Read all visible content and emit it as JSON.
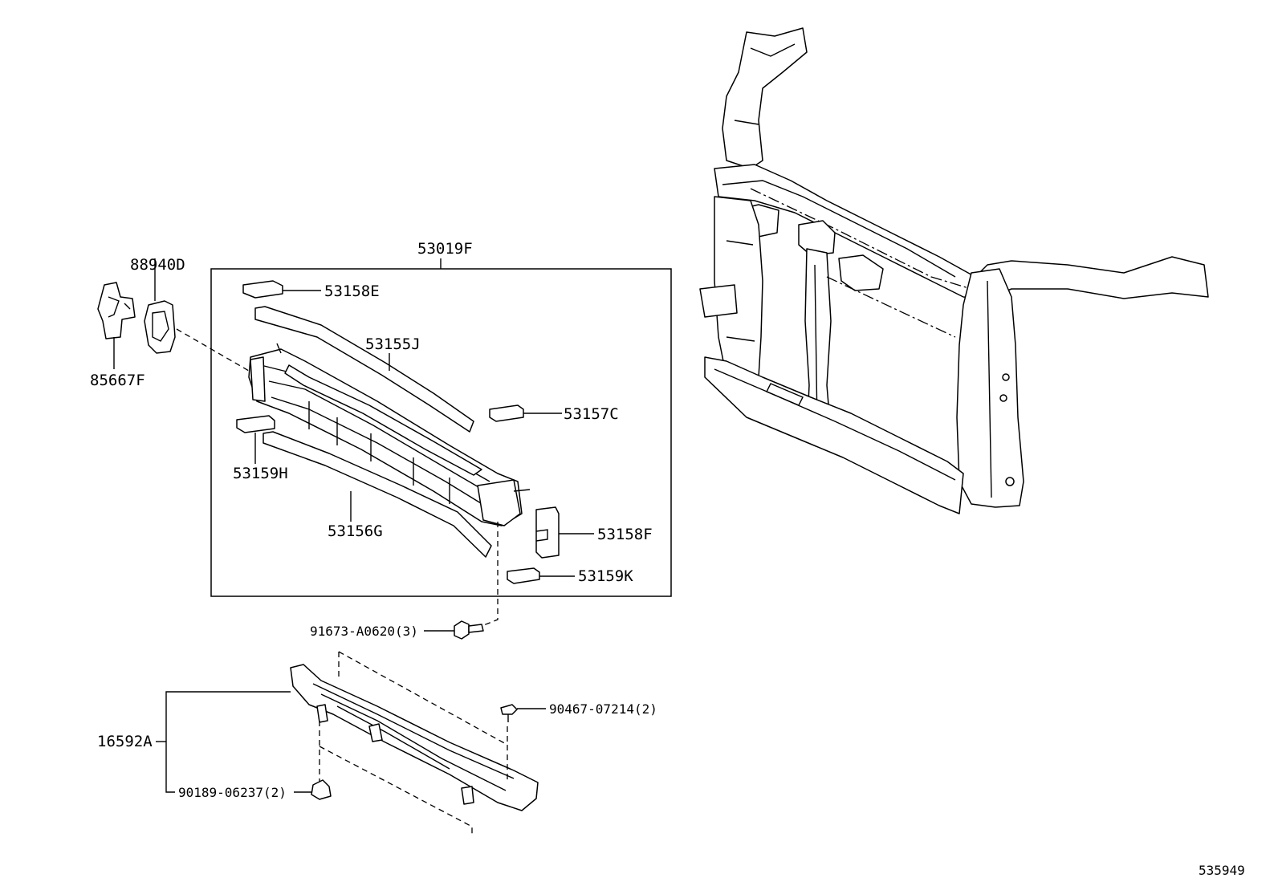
{
  "diagram": {
    "figure_number": "535949",
    "callouts": {
      "assembly": "53019F",
      "seal_upper": "53158E",
      "seal_front_upper": "53155J",
      "pad_right": "53157C",
      "pad_left": "53159H",
      "seal_lower": "53156G",
      "block_right": "53158F",
      "pad_right_lower": "53159K",
      "bracket_clip": "88940D",
      "bracket": "85667F",
      "bolt": "91673-A0620(3)",
      "clip_upper": "90467-07214(2)",
      "cover": "16592A",
      "clip_lower": "90189-06237(2)"
    }
  }
}
